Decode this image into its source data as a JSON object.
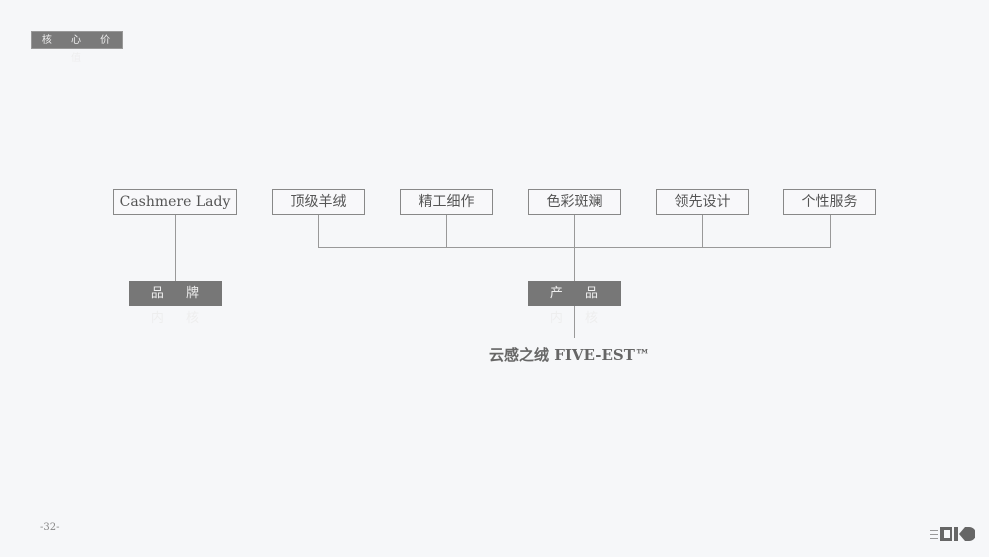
{
  "section_tag": "核 心 价 值",
  "brand": {
    "label": "Cashmere Lady",
    "core": "品 牌 内 核"
  },
  "product": {
    "items": [
      "顶级羊绒",
      "精工细作",
      "色彩斑斓",
      "领先设计",
      "个性服务"
    ],
    "core": "产 品 内 核"
  },
  "slogan": "云感之绒  FIVE-EST™",
  "page_number": "-32-"
}
